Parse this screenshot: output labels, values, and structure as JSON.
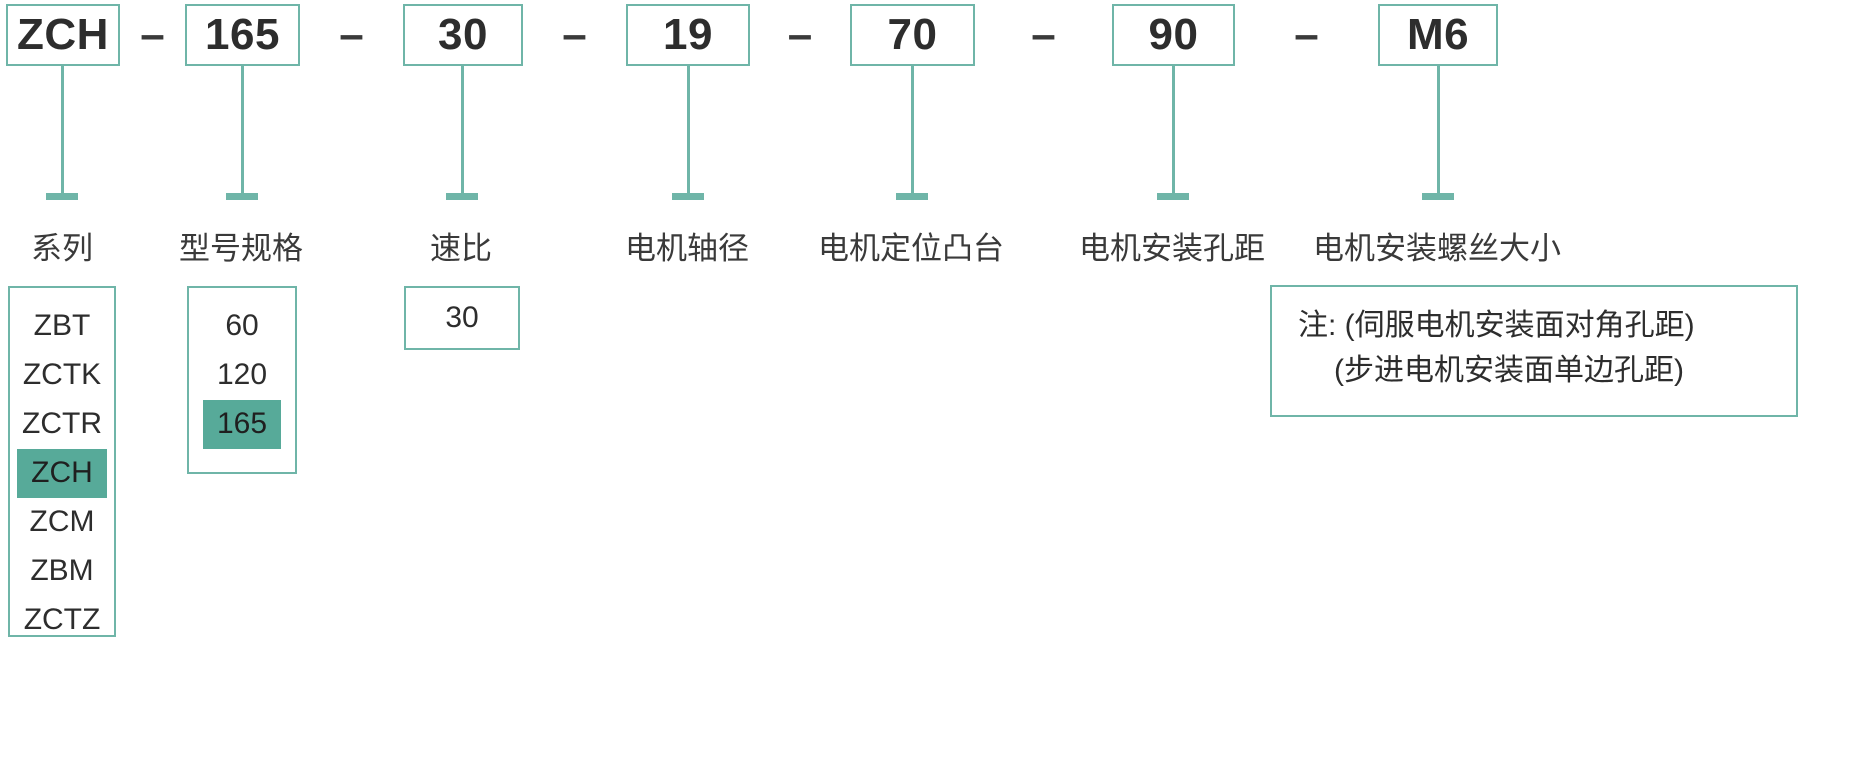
{
  "diagram": {
    "title_code": "ZCH-165-30-19-70-90-M6",
    "separator": "–",
    "accent_color": "#6fb5a8",
    "highlight_color": "#57aa99",
    "text_color": "#2d2d2d",
    "segments": [
      {
        "code": "ZCH",
        "caption": "系列"
      },
      {
        "code": "165",
        "caption": "型号规格"
      },
      {
        "code": "30",
        "caption": "速比"
      },
      {
        "code": "19",
        "caption": "电机轴径"
      },
      {
        "code": "70",
        "caption": "电机定位凸台"
      },
      {
        "code": "90",
        "caption": "电机安装孔距"
      },
      {
        "code": "M6",
        "caption": "电机安装螺丝大小"
      }
    ],
    "series_options": {
      "items": [
        "ZBT",
        "ZCTK",
        "ZCTR",
        "ZCH",
        "ZCM",
        "ZBM",
        "ZCTZ"
      ],
      "selected": "ZCH"
    },
    "model_options": {
      "items": [
        "60",
        "120",
        "165"
      ],
      "selected": "165"
    },
    "ratio_options": {
      "items": [
        "30"
      ],
      "selected": null
    },
    "note": {
      "line1": "注: (伺服电机安装面对角孔距)",
      "line2": "(步进电机安装面单边孔距)"
    }
  }
}
